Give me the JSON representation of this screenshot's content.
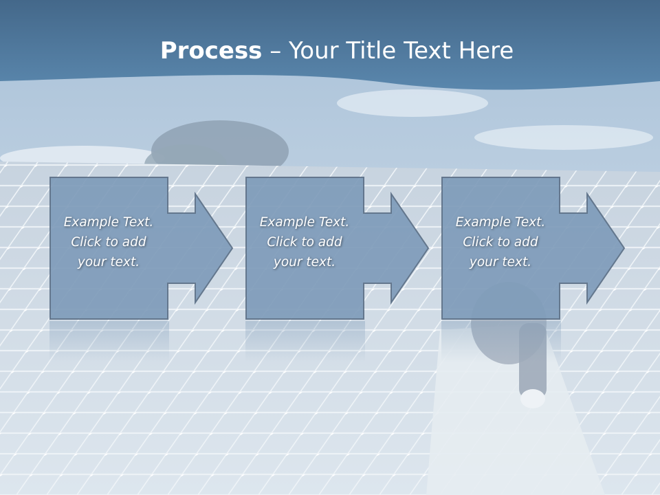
{
  "slide": {
    "title_bold": "Process",
    "title_rest": " – Your Title Text Here",
    "steps": [
      {
        "text": "Example Text.\nClick  to add\nyour text."
      },
      {
        "text": "Example Text.\nClick  to add\nyour text."
      },
      {
        "text": "Example Text.\nClick  to add\nyour text."
      }
    ]
  },
  "colors": {
    "header": "#4f7a9e",
    "box_fill": "#7f9cba",
    "box_stroke": "#5b6f86"
  }
}
